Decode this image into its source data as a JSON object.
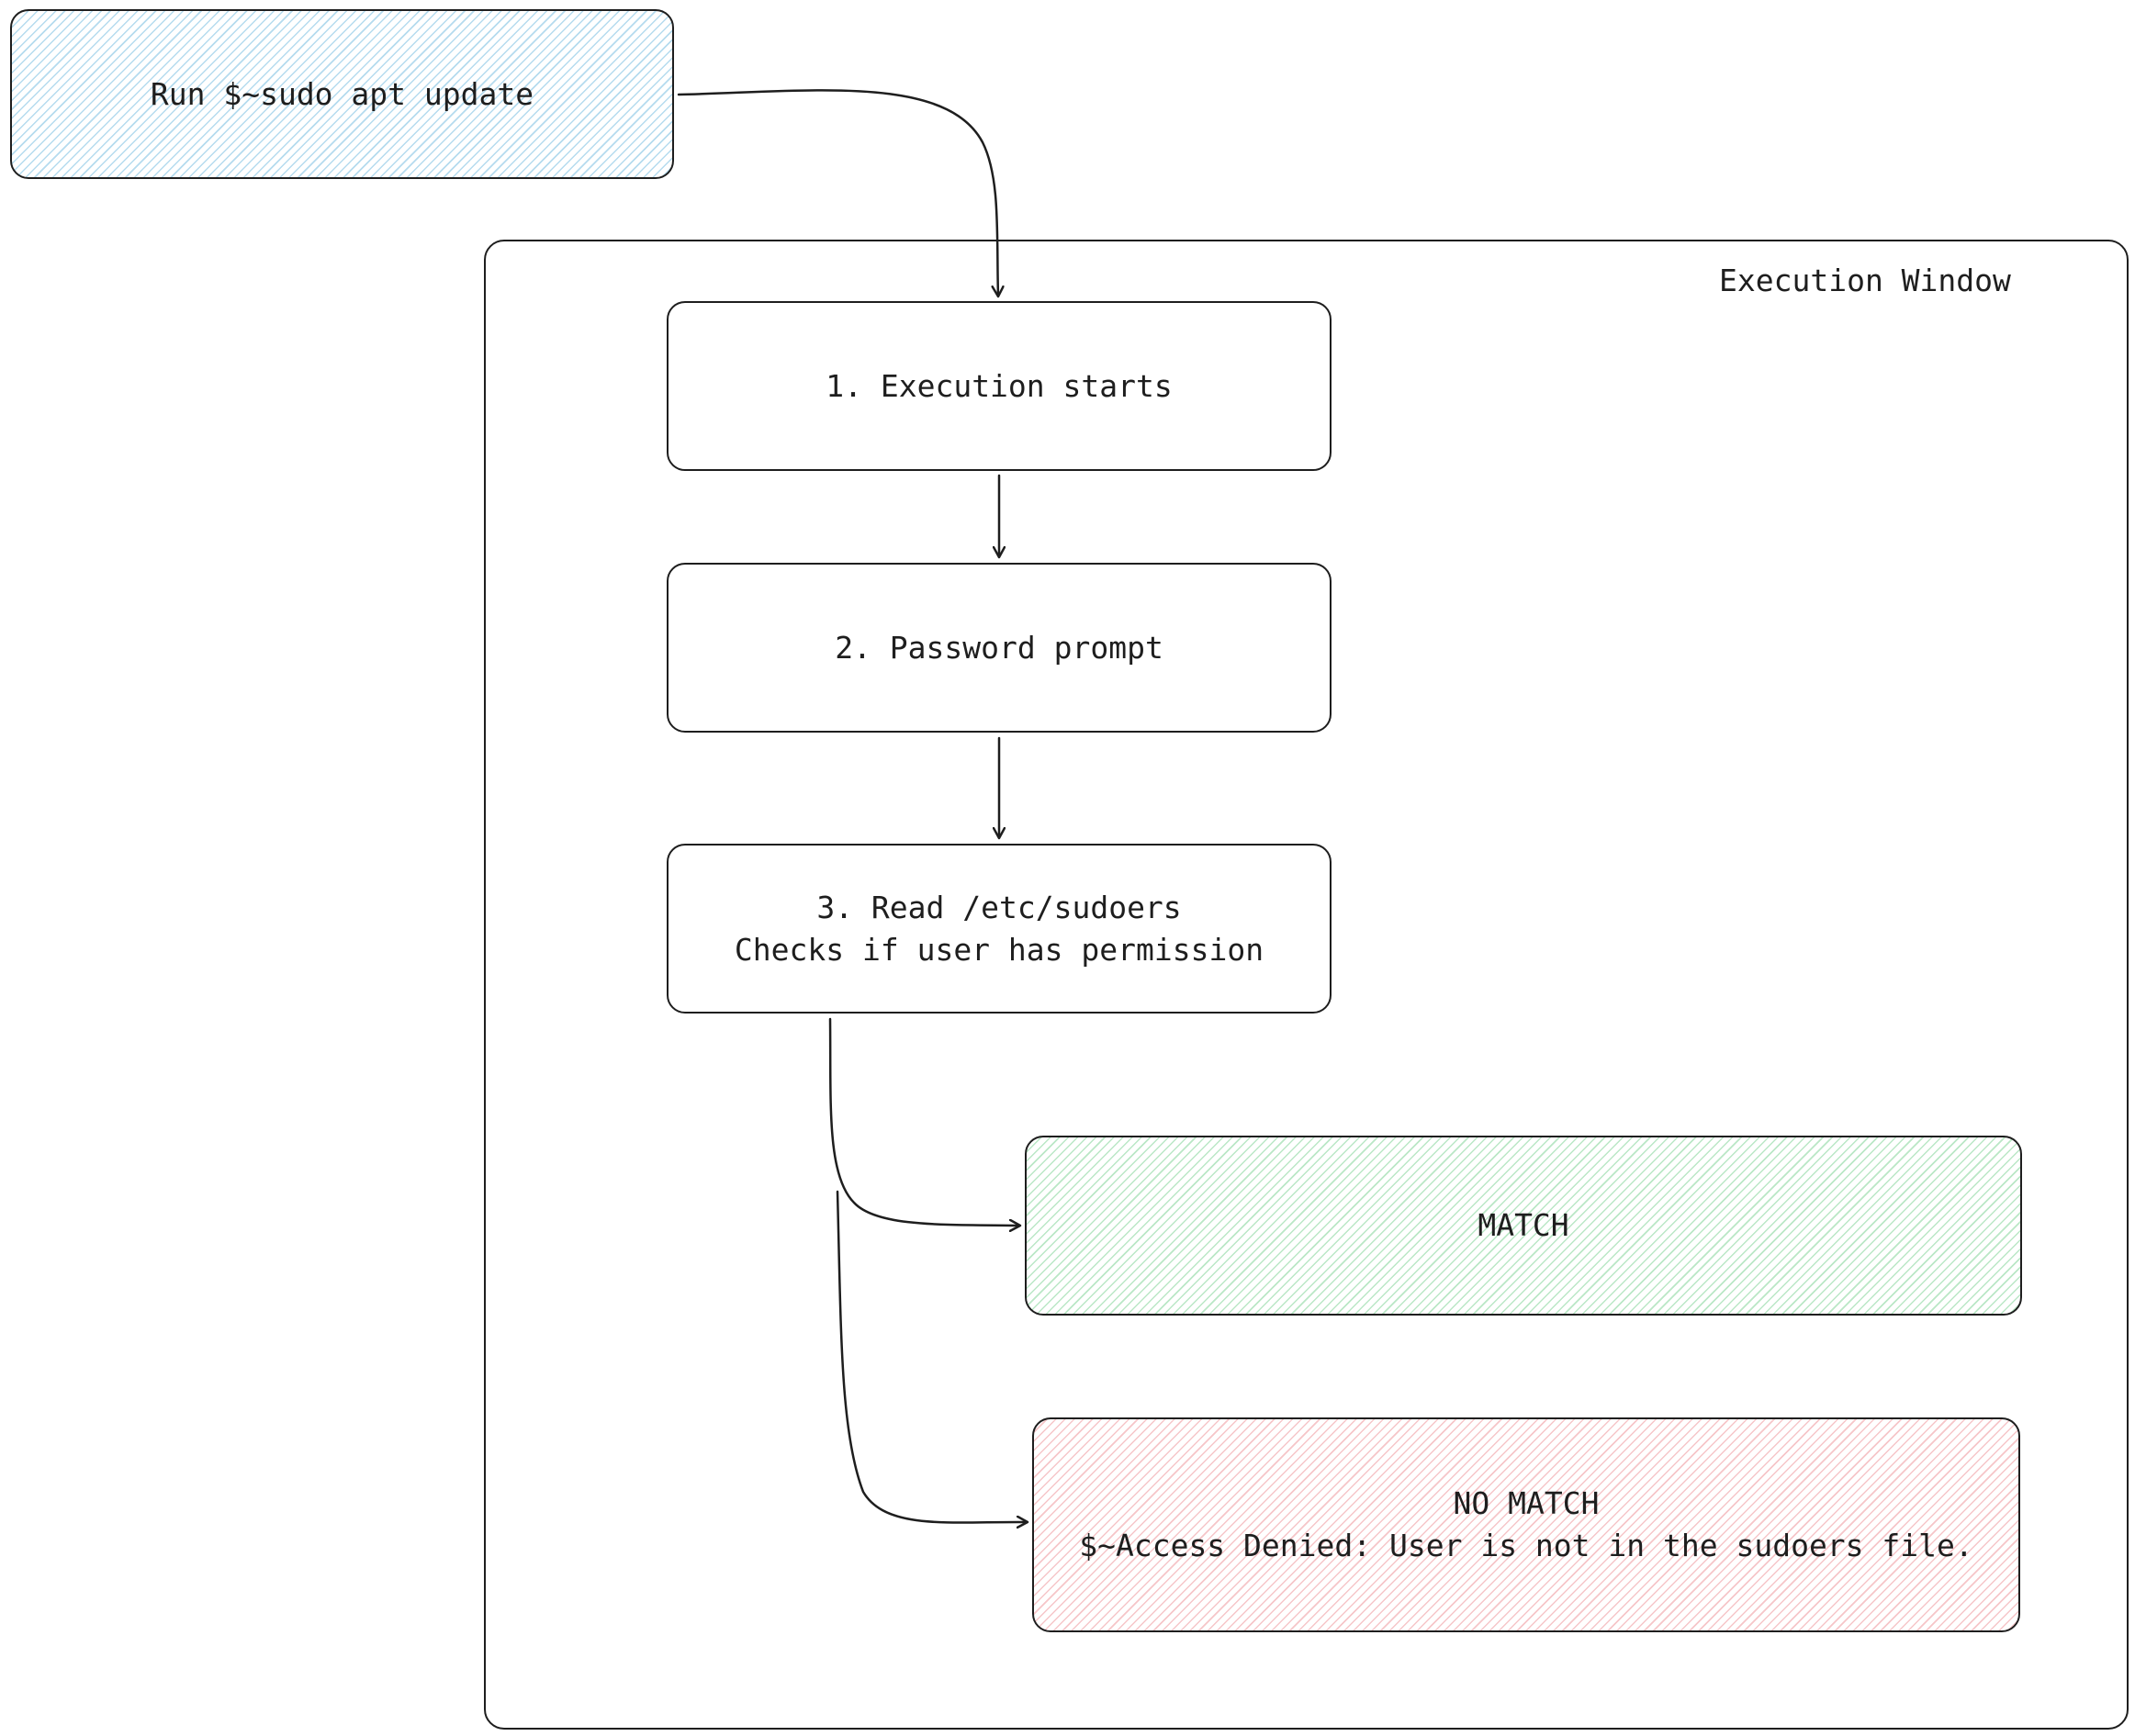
{
  "diagram": {
    "start": {
      "label": "Run $~sudo apt update"
    },
    "frame": {
      "title": "Execution Window"
    },
    "steps": [
      {
        "lines": [
          "1. Execution starts"
        ]
      },
      {
        "lines": [
          "2. Password prompt"
        ]
      },
      {
        "lines": [
          "3. Read /etc/sudoers",
          "Checks if user has permission"
        ]
      }
    ],
    "outcomes": {
      "match": {
        "lines": [
          "MATCH"
        ]
      },
      "no_match": {
        "lines": [
          "NO MATCH",
          "$~Access Denied: User is not in the sudoers file."
        ]
      }
    },
    "colors": {
      "stroke": "#1e1e1e",
      "start_fill": "#a5d8ff",
      "match_fill": "#b2f2bb",
      "no_match_fill": "#ffc9c9"
    }
  }
}
